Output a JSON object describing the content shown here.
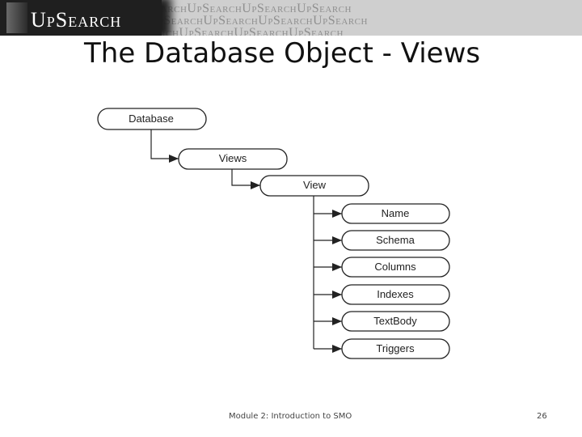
{
  "banner": {
    "logo_text": "UpSearch",
    "pattern_text": "UpSearchUpSearchUpSearchUpSearchUpSearchUpSearchUpSearch"
  },
  "title": "The Database Object - Views",
  "diagram": {
    "root": "Database",
    "level1": "Views",
    "level2": "View",
    "properties": [
      "Name",
      "Schema",
      "Columns",
      "Indexes",
      "TextBody",
      "Triggers"
    ]
  },
  "footer": {
    "module_text": "Module 2: Introduction to SMO",
    "page_number": "26"
  }
}
